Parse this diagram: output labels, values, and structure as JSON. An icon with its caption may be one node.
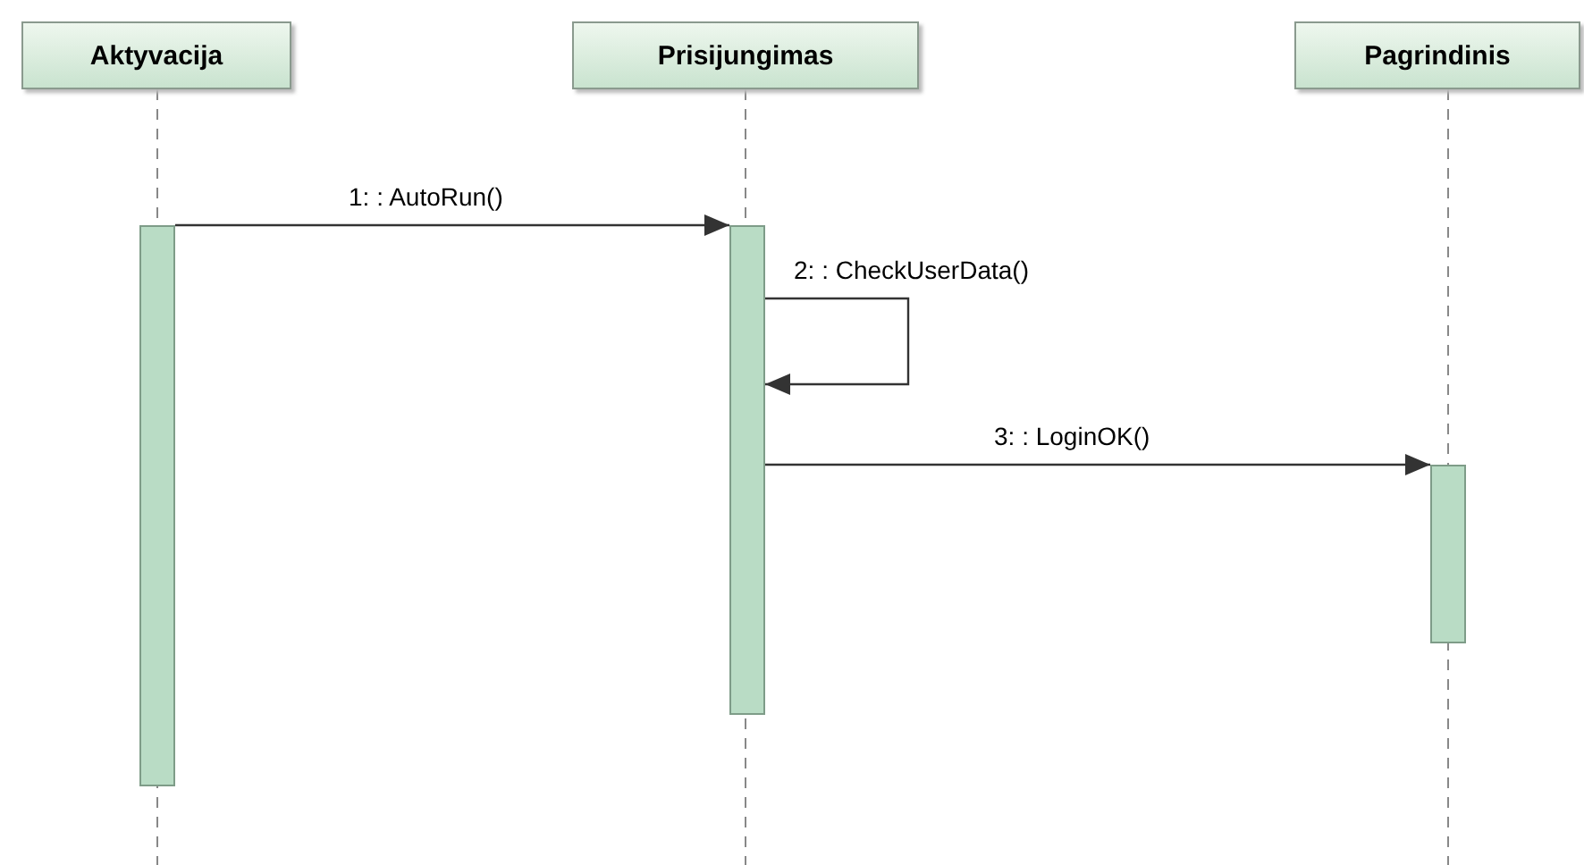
{
  "diagram": {
    "nodes": [
      {
        "text": [
          "Aktyvacija"
        ]
      },
      {
        "text": [
          "Prisijungimas"
        ]
      },
      {
        "text": [
          "Pagrindinis"
        ]
      },
      {
        "text": [],
        "shape": "bar"
      },
      {
        "text": [],
        "shape": "bar"
      },
      {
        "text": [],
        "shape": "bar"
      }
    ],
    "edges": [
      {
        "from": 3,
        "to": 4,
        "arrow": "to",
        "label": "1: : AutoRun()"
      },
      {
        "from": 4,
        "to": 4,
        "arrow": "to",
        "label": "2: : CheckUserData()"
      },
      {
        "from": 4,
        "to": 5,
        "arrow": "to",
        "label": "3: : LoginOK()"
      }
    ]
  }
}
